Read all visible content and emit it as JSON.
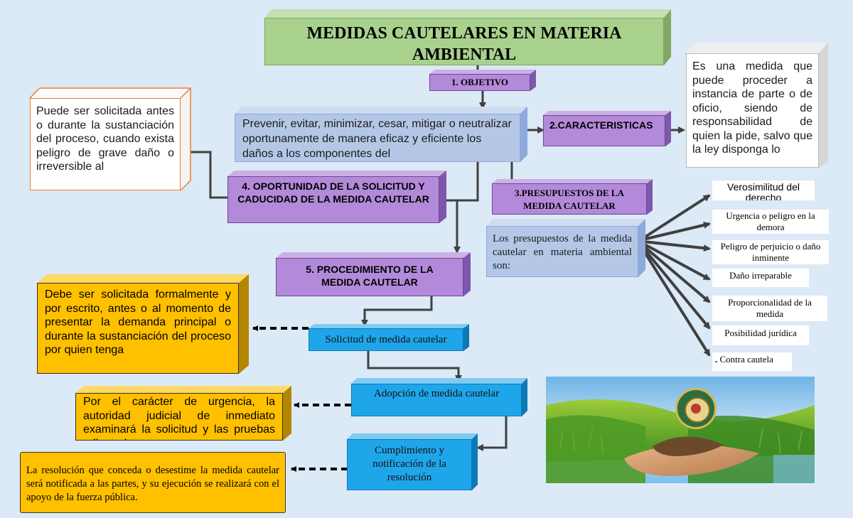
{
  "title": "MEDIDAS CAUTELARES EN MATERIA AMBIENTAL",
  "objetivo": {
    "label": "1.  OBJETIVO",
    "text": "Prevenir, evitar, minimizar, cesar, mitigar o neutralizar oportunamente de manera eficaz y eficiente los daños a los componentes del"
  },
  "caracteristicas": {
    "label": "2.CARACTERISTICAS",
    "text": "Es una medida que puede proceder a instancia de parte o de oficio, siendo de responsabilidad de quien la pide, salvo que la ley disponga lo"
  },
  "presupuestos": {
    "label": "3.PRESUPUESTOS DE LA MEDIDA CAUTELAR",
    "text": "Los presupuestos de la medida cautelar en materia ambiental son:",
    "items": [
      "Verosimilitud del derecho",
      "Urgencia o peligro en la demora",
      "Peligro de perjuicio o daño inminente",
      "Daño irreparable",
      "Proporcionalidad de la medida",
      "Posibilidad jurídica",
      "Contra cautela"
    ],
    "bullet": "."
  },
  "oportunidad": {
    "label": "4.  OPORTUNIDAD DE LA SOLICITUD Y CADUCIDAD DE LA MEDIDA CAUTELAR",
    "text": "Puede ser solicitada antes o durante la sustanciación del proceso, cuando exista peligro de grave daño o irreversible al"
  },
  "procedimiento": {
    "label": "5. PROCEDIMIENTO DE LA MEDIDA CAUTELAR",
    "steps": [
      {
        "label": "Solicitud de medida cautelar",
        "detail": "Debe ser solicitada formalmente y por escrito, antes o al momento de presentar la demanda principal o durante la sustanciación del proceso por quien tenga"
      },
      {
        "label": "Adopción de medida cautelar",
        "detail": "Por el carácter de urgencia, la autoridad judicial de inmediato examinará la solicitud y las pruebas adjuntadas"
      },
      {
        "label": "Cumplimiento y notificación de la resolución",
        "detail": "La resolución que conceda o desestime la medida cautelar será notificada a las partes, y su ejecución se realizará con el apoyo de la fuerza pública."
      }
    ]
  },
  "colors": {
    "background": "#dce9f6",
    "title_green": "#a9d18e",
    "purple": "#b38ad9",
    "light_blue": "#b4c7e7",
    "cyan": "#1fa6ea",
    "yellow": "#ffc000",
    "orange_border": "#ed7d31"
  },
  "image": {
    "description_icon": "hands-earth-grass-photo",
    "seal_icon": "bolivia-seal-icon"
  }
}
